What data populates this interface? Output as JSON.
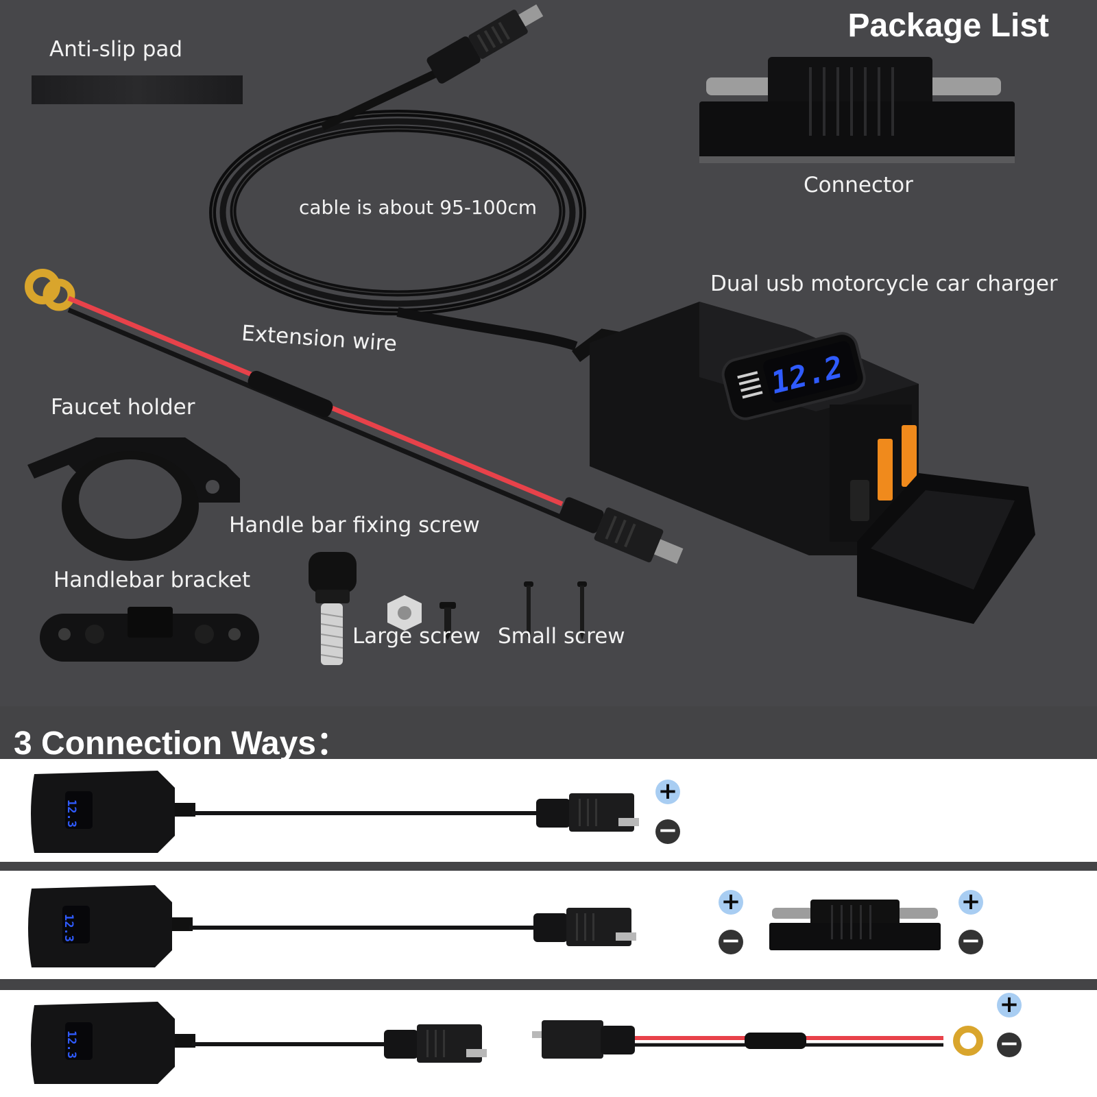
{
  "package": {
    "title": "Package List",
    "labels": {
      "anti_slip_pad": "Anti-slip pad",
      "connector": "Connector",
      "cable_length": "cable is about 95-100cm",
      "charger": "Dual usb motorcycle car charger",
      "extension_wire": "Extension wire",
      "faucet_holder": "Faucet holder",
      "handle_bar_screw": "Handle bar fixing screw",
      "handlebar_bracket": "Handlebar bracket",
      "large_screw": "Large screw",
      "small_screw": "Small screw"
    },
    "voltage_display": "12.2"
  },
  "connection": {
    "title": "3 Connection Ways：",
    "display_value": "12.3"
  },
  "colors": {
    "background": "#47474a",
    "voltage_blue": "#2f5bff",
    "usb_orange": "#f08a1c",
    "wire_red": "#e8424a",
    "terminal_gold": "#d9a52c"
  }
}
